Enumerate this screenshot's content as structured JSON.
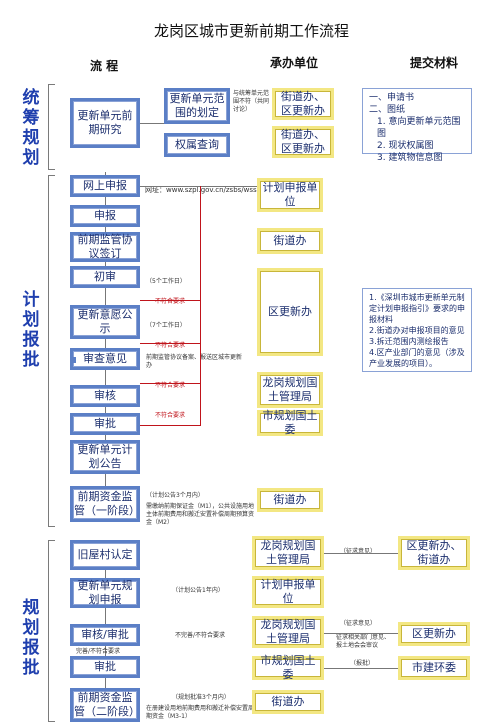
{
  "title": "龙岗区城市更新前期工作流程",
  "headers": {
    "flow": "流 程",
    "unit": "承办单位",
    "docs": "提交材料"
  },
  "sections": {
    "s1": "统筹规划",
    "s2": "计划报批",
    "s3": "规划报批"
  },
  "s1": {
    "main": "更新单元前期研究",
    "sub1": "更新单元范围的划定",
    "sub2": "权属查询",
    "note1": "与统筹单元范围不符（共同讨论）",
    "unit1": "街道办、区更新办",
    "unit2": "街道办、区更新办",
    "docs": [
      "一、申请书",
      "二、图纸",
      "1. 意向更新单元范围图",
      "2. 现状权属图",
      "3. 建筑物信息图"
    ]
  },
  "s2": {
    "steps": [
      "网上申报",
      "申报",
      "前期监管协议签订",
      "初审",
      "更新意愿公示",
      "审查意见",
      "审核",
      "审批",
      "更新单元计划公告",
      "前期资金监管（一阶段）"
    ],
    "website": "网址：www.szpl.gov.cn/zsbs/wssb/",
    "note_init": "（5个工作日）",
    "note_notice": "（7个工作日）",
    "note_review": "前期监管协议备案、报送区城市更新办",
    "reject": "不符合要求",
    "note_fund1": "（计划公告3个月内）",
    "note_fund2": "需缴纳前期保证金（M1），公共设施用地主体前期费用和搬迁安置补偿周期预算资金（M2）",
    "units": [
      "计划申报单位",
      "街道办",
      "区更新办",
      "龙岗规划国土管理局",
      "市规划国土委",
      "街道办"
    ],
    "docs": [
      "1.《深圳市城市更新单元制定计划申报指引》要求的申报材料",
      "2.街道办对申报项目的意见",
      "3.拆迁范围内测绘报告",
      "4.区产业部门的意见（涉及产业发展的项目）。"
    ]
  },
  "s3": {
    "steps": [
      "旧屋村认定",
      "更新单元规划申报",
      "审核/审批",
      "审批",
      "前期资金监管（二阶段）"
    ],
    "note_plan": "（计划公告1年内）",
    "note_unfit": "不完善/不符合要求",
    "note_improve": "完善/不符合要求",
    "note_fund1": "（规划批准3个月内）",
    "note_fund2": "在册建设用地前期费用和搬迁补偿安置周期资金（M3-1）",
    "units": [
      "龙岗规划国土管理局",
      "计划申报单位",
      "龙岗规划国土管理局",
      "市规划国土委",
      "街道办"
    ],
    "comment1": "（征求意见）",
    "comment2": "（征求意见）",
    "comment3": "征求相关部门意见、报土地会会审议",
    "approve": "（报批）",
    "right_units": [
      "区更新办、街道办",
      "区更新办",
      "市建环委"
    ]
  }
}
